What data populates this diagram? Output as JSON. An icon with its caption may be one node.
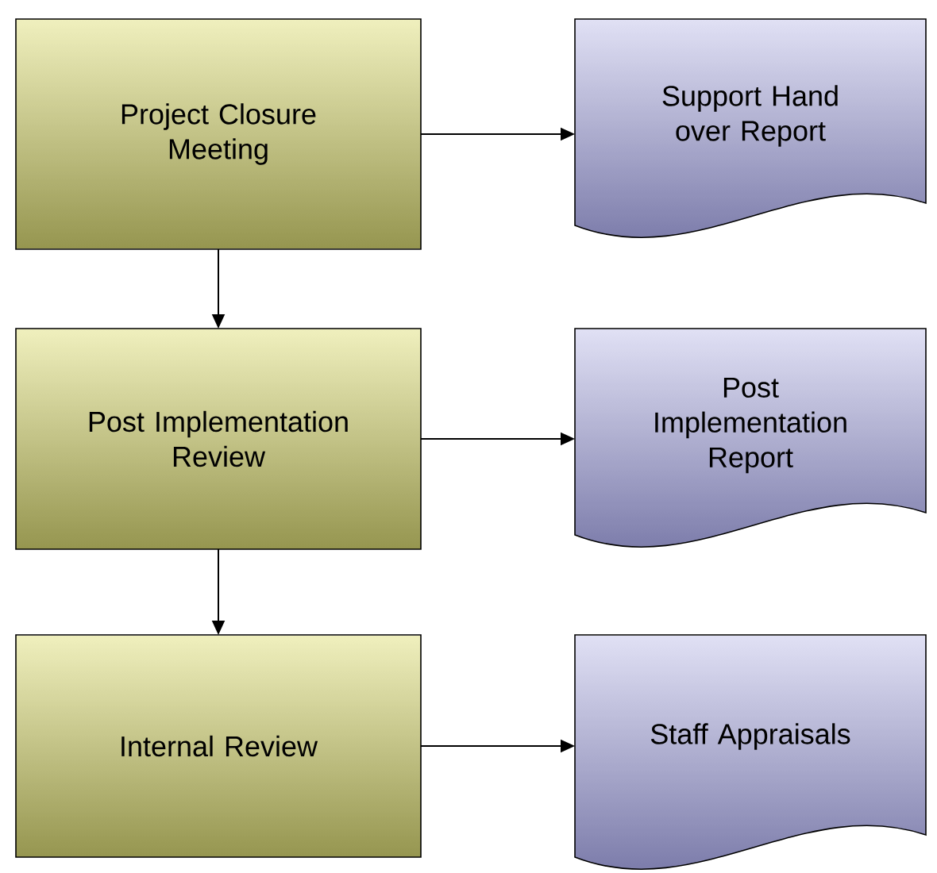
{
  "diagram": {
    "nodes": [
      {
        "text": [
          "Project Closure Meeting"
        ]
      },
      {
        "text": [
          "Support Hand over Report"
        ]
      },
      {
        "text": [
          "Post Implementation Review"
        ]
      },
      {
        "text": [
          "Post Implementation Report"
        ]
      },
      {
        "text": [
          "Internal Review"
        ]
      },
      {
        "text": [
          "Staff Appraisals"
        ]
      }
    ],
    "edges": [
      {
        "from": 0,
        "to": 1,
        "arrow": "to"
      },
      {
        "from": 0,
        "to": 2,
        "arrow": "to"
      },
      {
        "from": 2,
        "to": 3,
        "arrow": "to"
      },
      {
        "from": 2,
        "to": 4,
        "arrow": "to"
      },
      {
        "from": 4,
        "to": 5,
        "arrow": "to"
      }
    ]
  }
}
